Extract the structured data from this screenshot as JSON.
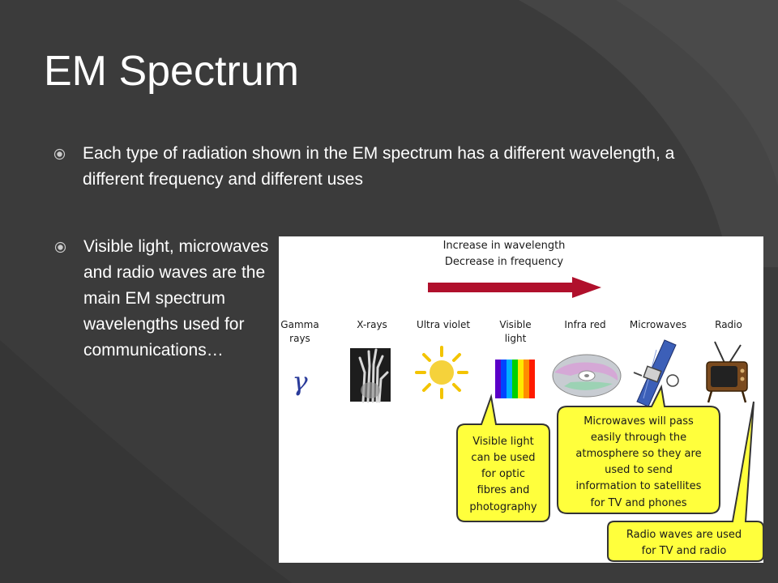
{
  "slide": {
    "title": "EM Spectrum",
    "bullets": [
      "Each type of radiation shown in the EM spectrum has a different wavelength, a different frequency and different uses",
      "Visible light, microwaves and radio waves are the main EM spectrum wavelengths used for communications…"
    ]
  },
  "figure": {
    "header": [
      "Increase in wavelength",
      "Decrease in frequency"
    ],
    "arrow_color": "#b0102c",
    "bands": [
      {
        "label": [
          "Gamma",
          "rays"
        ],
        "symbol": "γ",
        "icon": "gamma-symbol-icon"
      },
      {
        "label": [
          "X-rays"
        ],
        "icon": "xray-hand-icon"
      },
      {
        "label": [
          "Ultra violet"
        ],
        "icon": "sun-icon"
      },
      {
        "label": [
          "Visible",
          "light"
        ],
        "icon": "rainbow-spectrum-icon"
      },
      {
        "label": [
          "Infra red"
        ],
        "icon": "cd-disc-icon"
      },
      {
        "label": [
          "Microwaves"
        ],
        "icon": "satellite-icon"
      },
      {
        "label": [
          "Radio"
        ],
        "icon": "television-icon"
      }
    ],
    "callouts": {
      "visible": [
        "Visible light",
        "can be used",
        "for optic",
        "fibres and",
        "photography"
      ],
      "microwave": [
        "Microwaves will pass",
        "easily through the",
        "atmosphere so they are",
        "used to send",
        "information to satellites",
        "for TV and phones"
      ],
      "radio": [
        "Radio waves are used",
        "for TV and radio"
      ]
    },
    "callout_color": "#ffff3c"
  }
}
